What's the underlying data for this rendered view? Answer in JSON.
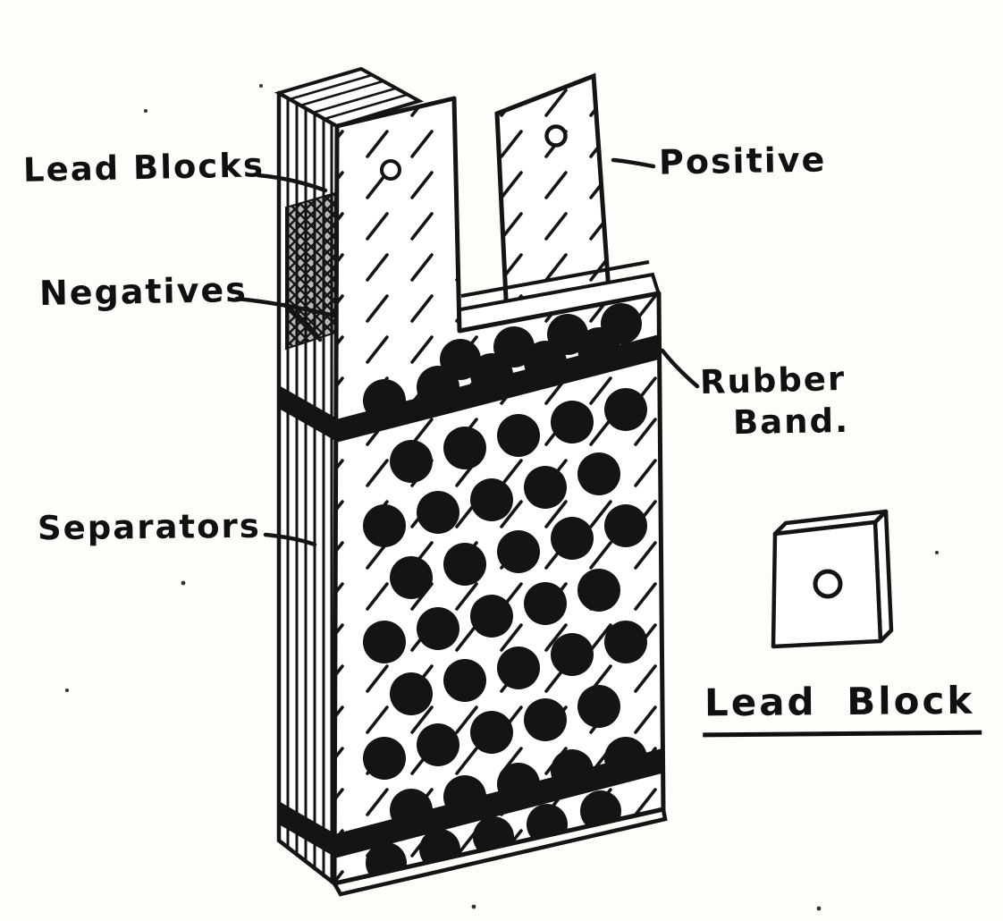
{
  "canvas": {
    "background": "#fdfdf9",
    "ink": "#101010"
  },
  "labels": {
    "lead_blocks": "Lead Blocks",
    "negatives": "Negatives",
    "separators": "Separators",
    "positive": "Positive",
    "rubber_line1": "Rubber",
    "rubber_line2": "Band.",
    "lead_block_caption": "Lead Block"
  }
}
